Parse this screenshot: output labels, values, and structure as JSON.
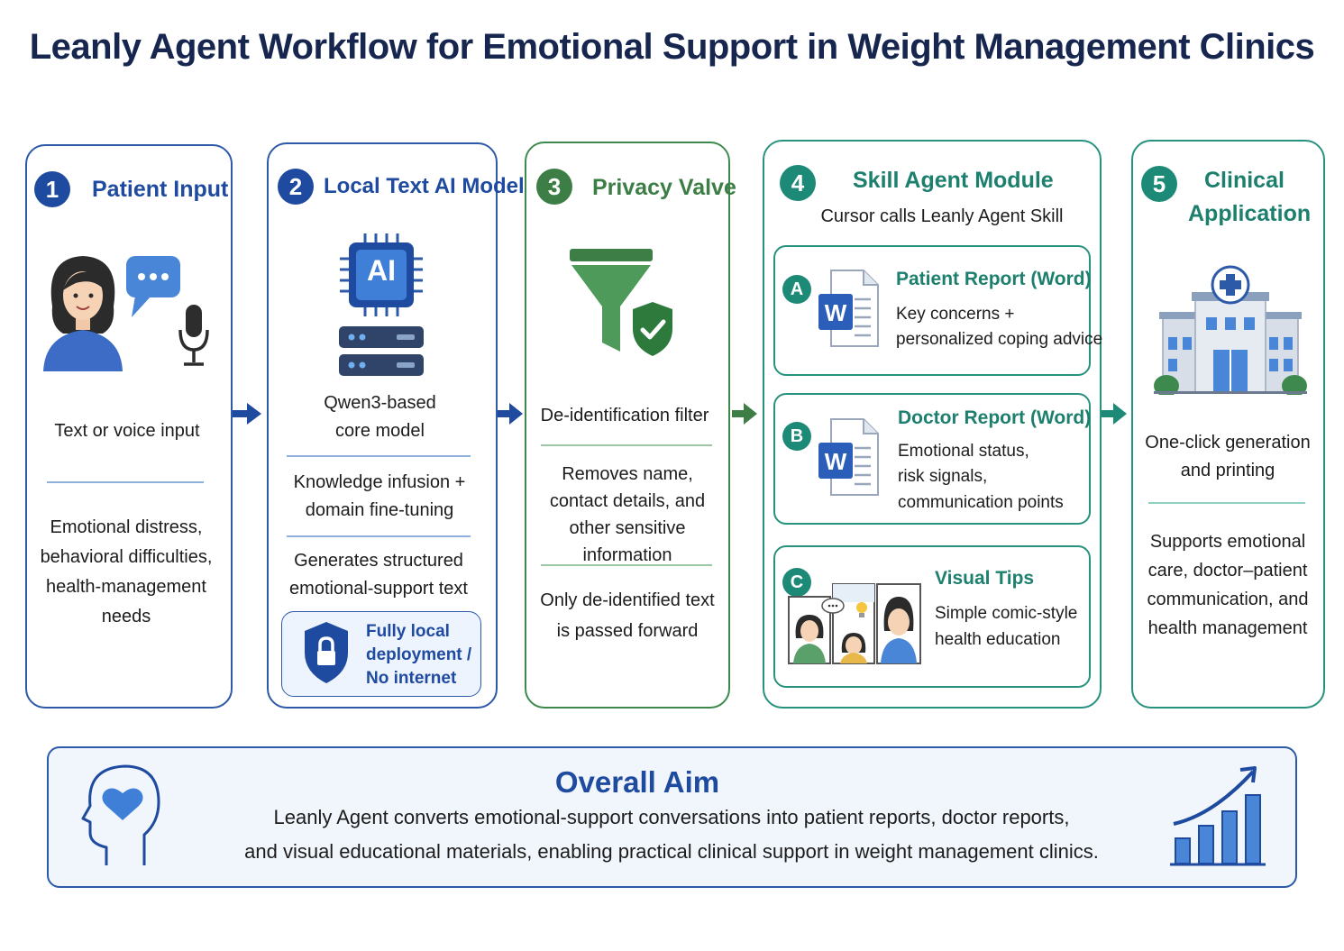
{
  "title": "Leanly Agent Workflow for Emotional Support in Weight Management Clinics",
  "steps": [
    {
      "num": "1",
      "title": "Patient Input",
      "text1": "Text or voice input",
      "text2": "Emotional distress, behavioral difficulties, health-management needs"
    },
    {
      "num": "2",
      "title": "Local Text AI Model",
      "chip_label": "AI",
      "text1": "Qwen3-based core model",
      "text2": "Knowledge infusion + domain fine-tuning",
      "text3": "Generates structured emotional-support text",
      "badge": "Fully local deployment / No internet"
    },
    {
      "num": "3",
      "title": "Privacy Valve",
      "text1": "De-identification filter",
      "text2": "Removes name, contact details, and other sensitive information",
      "text3": "Only de-identified text is passed forward"
    },
    {
      "num": "4",
      "title": "Skill Agent Module",
      "subtitle": "Cursor calls Leanly Agent Skill",
      "items": [
        {
          "letter": "A",
          "title": "Patient Report (Word)",
          "line1": "Key concerns +",
          "line2": "personalized coping advice",
          "icon_letter": "W"
        },
        {
          "letter": "B",
          "title": "Doctor Report (Word)",
          "line1": "Emotional status,",
          "line2": "risk signals,",
          "line3": "communication points",
          "icon_letter": "W"
        },
        {
          "letter": "C",
          "title": "Visual Tips",
          "line1": "Simple comic-style",
          "line2": "health education"
        }
      ]
    },
    {
      "num": "5",
      "title_line1": "Clinical",
      "title_line2": "Application",
      "text1": "One-click generation and printing",
      "text2": "Supports emotional care, doctor–patient communication, and health management"
    }
  ],
  "aim": {
    "title": "Overall Aim",
    "line1": "Leanly Agent converts emotional-support conversations into patient reports, doctor reports,",
    "line2": "and visual educational materials, enabling practical clinical support in weight management clinics."
  },
  "icons": [
    "patient-icon",
    "chat-bubble-icon",
    "microphone-icon",
    "ai-chip-icon",
    "server-icon",
    "lock-shield-icon",
    "filter-funnel-icon",
    "check-shield-icon",
    "word-document-icon",
    "comic-panels-icon",
    "hospital-icon",
    "head-heart-icon",
    "growth-chart-icon"
  ],
  "colors": {
    "navy": "#16264f",
    "blue": "#1e4aa0",
    "green": "#3c7e45",
    "teal": "#1d8a78"
  }
}
